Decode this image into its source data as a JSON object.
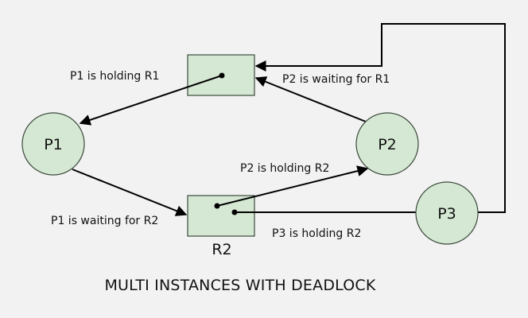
{
  "title": "MULTI INSTANCES WITH DEADLOCK",
  "colors": {
    "background": "#f2f2f2",
    "node_fill": "#d5e8d4",
    "node_stroke": "#3b4a3b",
    "edge": "#000000"
  },
  "nodes": {
    "processes": [
      {
        "id": "P1",
        "label": "P1"
      },
      {
        "id": "P2",
        "label": "P2"
      },
      {
        "id": "P3",
        "label": "P3"
      }
    ],
    "resources": [
      {
        "id": "R1",
        "label": ""
      },
      {
        "id": "R2",
        "label": "R2"
      }
    ]
  },
  "edges": [
    {
      "from": "R1",
      "to": "P1",
      "type": "assignment",
      "label": "P1 is holding R1"
    },
    {
      "from": "P2",
      "to": "R1",
      "type": "request",
      "label": "P2 is waiting for R1"
    },
    {
      "from": "P1",
      "to": "R2",
      "type": "request",
      "label": "P1 is waiting for R2"
    },
    {
      "from": "R2",
      "to": "P2",
      "type": "assignment",
      "label": "P2 is holding R2"
    },
    {
      "from": "R2",
      "to": "P3",
      "type": "assignment",
      "label": "P3 is holding R2"
    },
    {
      "from": "P3",
      "to": "R1",
      "type": "request",
      "label": ""
    }
  ]
}
